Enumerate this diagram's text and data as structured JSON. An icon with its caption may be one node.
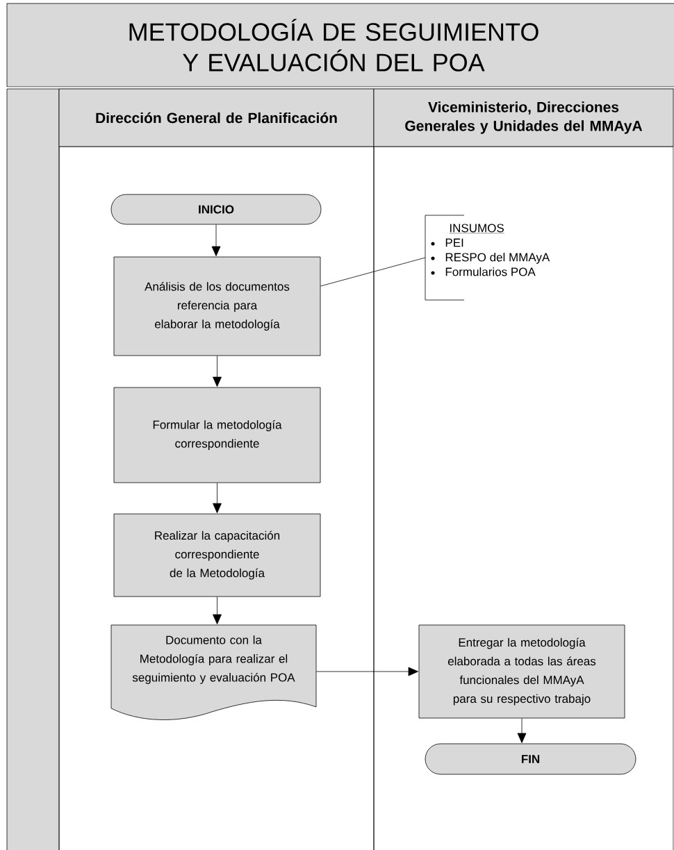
{
  "diagram": {
    "title": "METODOLOGÍA DE SEGUIMIENTO Y EVALUACIÓN DEL POA",
    "nodes": [
      {
        "text": [
          "Dirección General de Planificación"
        ]
      },
      {
        "text": [
          "Viceministerio, Direcciones Generales y Unidades del MMAyA"
        ]
      },
      {
        "text": [
          "INICIO"
        ],
        "in": 0
      },
      {
        "text": [
          "Análisis de los documentos referencia para elaborar la metodología"
        ],
        "in": 0
      },
      {
        "text": [
          "Formular la metodología correspondiente"
        ],
        "in": 0
      },
      {
        "text": [
          "Realizar la capacitación correspondiente de la Metodología"
        ],
        "in": 0
      },
      {
        "text": [
          "Documento con la Metodología para realizar el seguimiento y evaluación POA"
        ],
        "in": 0
      },
      {
        "text": [
          "Entregar la metodología elaborada a todas las áreas funcionales del MMAyA para su respectivo trabajo"
        ],
        "in": 1
      },
      {
        "text": [
          "FIN"
        ],
        "in": 1
      },
      {
        "text": [
          "INSUMOS",
          "PEI",
          "RESPO del MMAyA",
          "Formularios POA"
        ],
        "in": 1
      }
    ],
    "edges": [
      {
        "from": 2,
        "to": 3,
        "arrow": "to"
      },
      {
        "from": 3,
        "to": 4,
        "arrow": "to"
      },
      {
        "from": 4,
        "to": 5,
        "arrow": "to"
      },
      {
        "from": 5,
        "to": 6,
        "arrow": "to"
      },
      {
        "from": 6,
        "to": 7,
        "arrow": "to"
      },
      {
        "from": 7,
        "to": 8,
        "arrow": "to"
      },
      {
        "from": 9,
        "to": 3,
        "arrow": "none"
      }
    ]
  }
}
